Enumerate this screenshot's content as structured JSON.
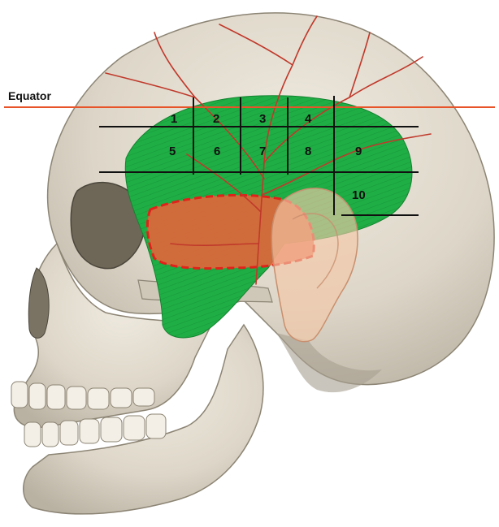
{
  "diagram": {
    "equator_label": "Equator",
    "zone_labels": [
      "1",
      "2",
      "3",
      "4",
      "5",
      "6",
      "7",
      "8",
      "9",
      "10"
    ],
    "colors": {
      "equator_line": "#e8542a",
      "muscle": "#1fae45",
      "highlight_fill": "#f0603a",
      "highlight_border": "#e0221a",
      "grid_lines": "#111111",
      "bone": "#ddd6c8",
      "vessels": "#c0392b"
    },
    "illustration": "skull-lateral-view"
  }
}
